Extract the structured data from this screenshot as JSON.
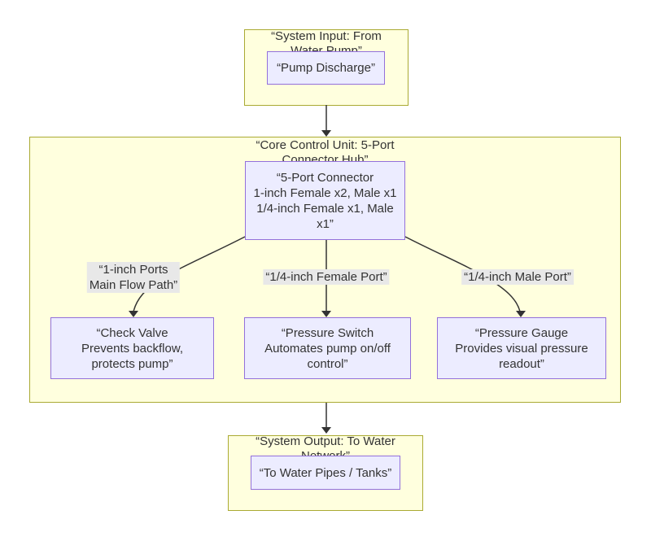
{
  "colors": {
    "cluster_fill": "#ffffde",
    "cluster_border": "#aaaa33",
    "node_fill": "#ececff",
    "node_border": "#9370db",
    "edge_color": "#333333",
    "label_bg": "#e8e8e8",
    "text_color": "#333333"
  },
  "clusters": {
    "input": {
      "title_line1": "“System Input: From",
      "title_line2": "Water Pump”"
    },
    "core": {
      "title_line1": "“Core Control Unit: 5-Port",
      "title_line2": "Connector Hub”"
    },
    "output": {
      "title_line1": "“System Output: To Water",
      "title_line2": "Network”"
    }
  },
  "nodes": {
    "pump_discharge": {
      "line1": "“Pump Discharge”"
    },
    "five_port": {
      "line1": "“5-Port Connector",
      "line2": "1-inch Female x2, Male x1",
      "line3": "1/4-inch Female x1, Male",
      "line4": "x1”"
    },
    "check_valve": {
      "line1": "“Check Valve",
      "line2": "Prevents backflow,",
      "line3": "protects pump”"
    },
    "pressure_switch": {
      "line1": "“Pressure Switch",
      "line2": "Automates pump on/off",
      "line3": "control”"
    },
    "pressure_gauge": {
      "line1": "“Pressure Gauge",
      "line2": "Provides visual pressure",
      "line3": "readout”"
    },
    "output_node": {
      "line1": "“To Water Pipes / Tanks”"
    }
  },
  "edge_labels": {
    "one_inch": {
      "line1": "“1-inch Ports",
      "line2": "Main Flow Path”"
    },
    "quarter_female": {
      "line1": "“1/4-inch Female Port”"
    },
    "quarter_male": {
      "line1": "“1/4-inch Male Port”"
    }
  }
}
